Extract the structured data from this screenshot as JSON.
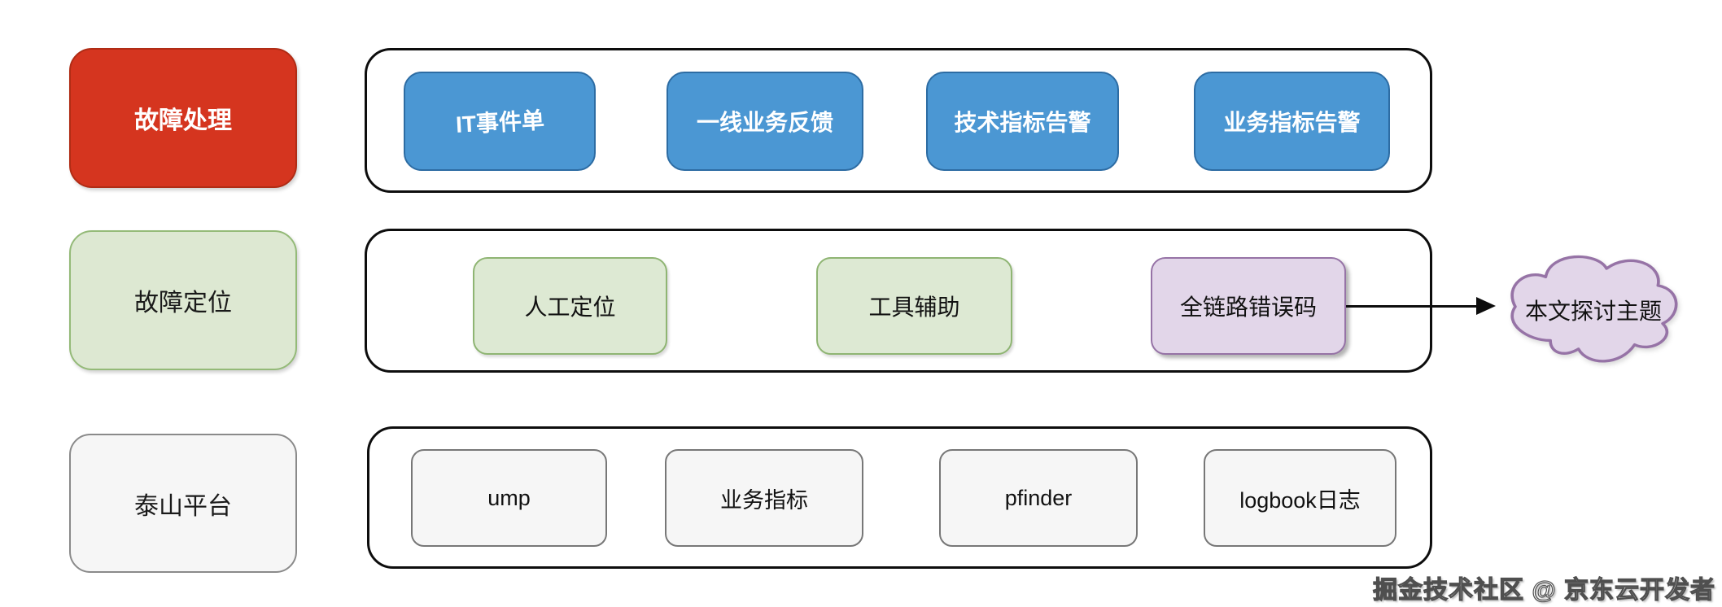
{
  "palette": {
    "red_fill": "#d5351f",
    "red_border": "#b02c15",
    "blue_fill": "#4b97d3",
    "blue_border": "#2d6ca3",
    "green_fill": "#dde9d3",
    "green_border": "#8fb573",
    "purple_fill": "#e2d6e9",
    "purple_border": "#9673a6",
    "gray_fill": "#f6f6f6",
    "gray_border": "#777777",
    "container_border": "#0d0d0d"
  },
  "rows": {
    "handling": {
      "stage_label": "故障处理",
      "sources": [
        {
          "label": "IT事件单"
        },
        {
          "label": "一线业务反馈"
        },
        {
          "label": "技术指标告警"
        },
        {
          "label": "业务指标告警"
        }
      ]
    },
    "location": {
      "stage_label": "故障定位",
      "methods": [
        {
          "label": "人工定位"
        },
        {
          "label": "工具辅助"
        },
        {
          "label": "全链路错误码"
        }
      ],
      "cloud_label": "本文探讨主题"
    },
    "platform": {
      "stage_label": "泰山平台",
      "tools": [
        {
          "label": "ump"
        },
        {
          "label": "业务指标"
        },
        {
          "label": "pfinder"
        },
        {
          "label": "logbook日志"
        }
      ]
    }
  },
  "watermark": "掘金技术社区 @ 京东云开发者"
}
